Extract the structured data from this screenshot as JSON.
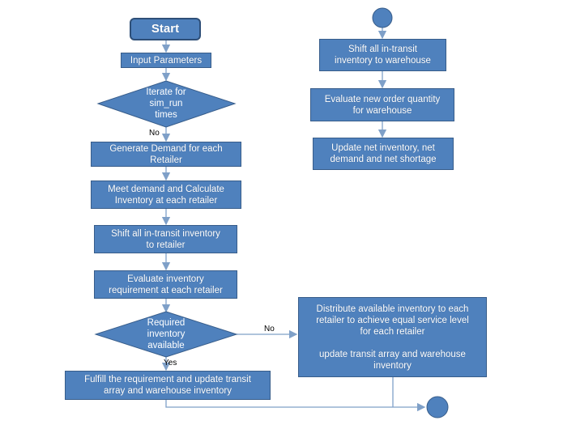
{
  "colors": {
    "node_fill": "#4f81bd",
    "node_border": "#385d8a",
    "connector": "#7fa0c8",
    "text": "#ffffff"
  },
  "nodes": {
    "start": "Start",
    "input_parameters": "Input Parameters",
    "iterate_decision": "Iterate for\nsim_run\ntimes",
    "generate_demand": "Generate Demand for each\nRetailer",
    "meet_demand": "Meet demand and Calculate\nInventory at each retailer",
    "shift_retailer": "Shift all in-transit inventory\nto retailer",
    "evaluate_requirement": "Evaluate inventory\nrequirement at each retailer",
    "required_decision": "Required\ninventory\navailable",
    "fulfill": "Fulfill the requirement and update transit\narray and warehouse inventory",
    "distribute": "Distribute available inventory to each\nretailer to achieve equal service level\nfor each retailer\n\nupdate transit array and warehouse\ninventory",
    "shift_warehouse": "Shift all in-transit\ninventory to warehouse",
    "evaluate_order": "Evaluate new order quantity\nfor warehouse",
    "update_net": "Update net inventory, net\ndemand and net shortage"
  },
  "edge_labels": {
    "iterate_no": "No",
    "required_no": "No",
    "required_yes": "Yes"
  }
}
